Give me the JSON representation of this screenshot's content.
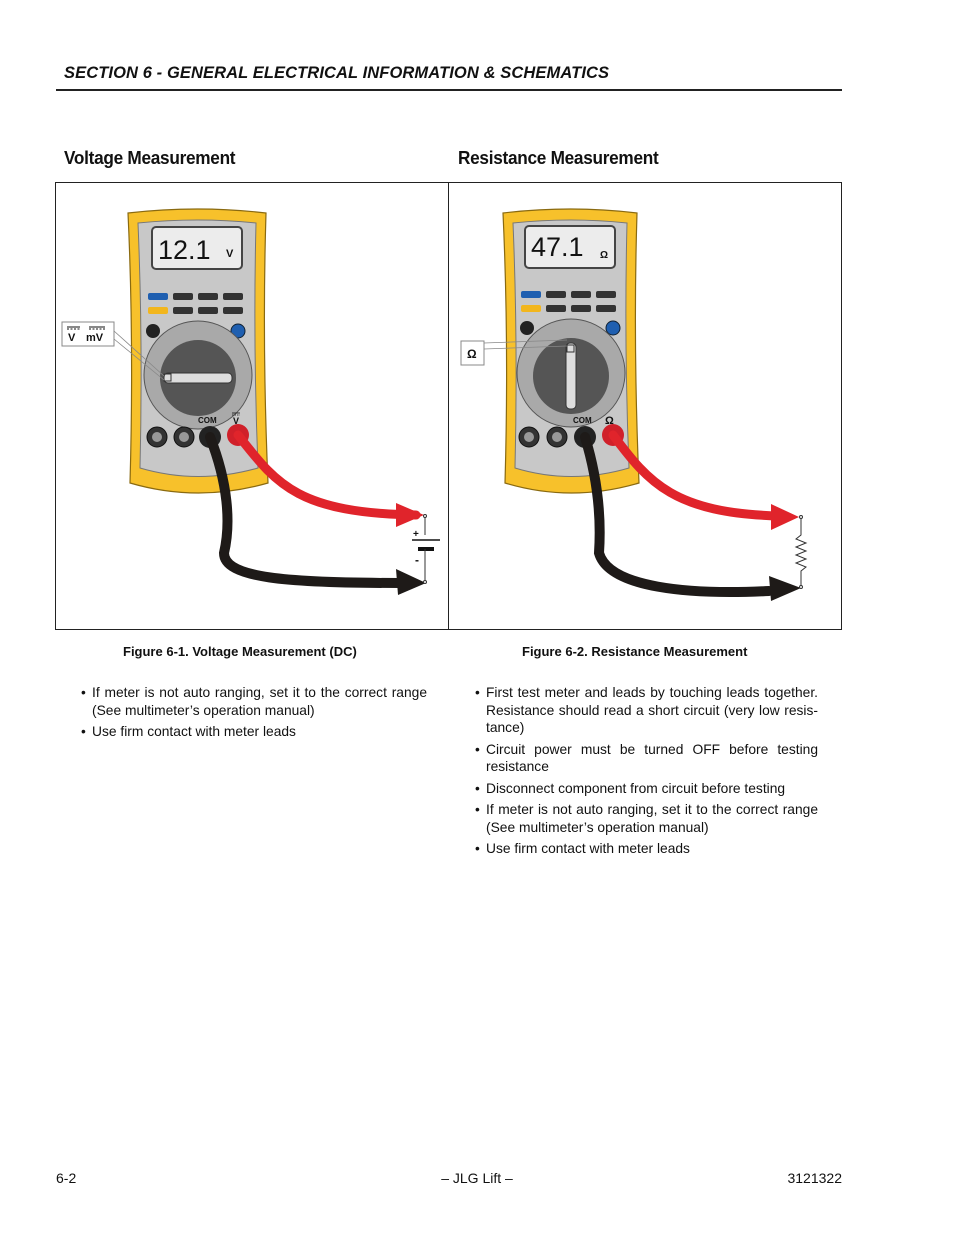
{
  "header": {
    "section_title": "SECTION 6 - GENERAL ELECTRICAL INFORMATION & SCHEMATICS"
  },
  "left": {
    "heading": "Voltage Measurement",
    "display": "12.1",
    "display_unit": "V",
    "callout_v": "V",
    "callout_mv": "mV",
    "jack_com": "COM",
    "jack_v": "V",
    "plus": "+",
    "minus": "-",
    "caption": "Figure 6-1.  Voltage Measurement (DC)",
    "bullets": [
      "If meter is not auto ranging, set it to the correct range (See multimeter’s operation manual)",
      "Use firm contact with meter leads"
    ]
  },
  "right": {
    "heading": "Resistance Measurement",
    "display": "47.1",
    "display_unit": "Ω",
    "callout": "Ω",
    "jack_com": "COM",
    "jack_ohm": "Ω",
    "caption": "Figure 6-2.  Resistance Measurement",
    "bullets": [
      "First test meter and leads by touching leads together. Resistance should read a short circuit (very low resis-tance)",
      "Circuit power must be turned OFF before testing resistance",
      "Disconnect component from circuit before testing",
      "If meter is not auto ranging, set it to the correct range (See multimeter’s operation manual)",
      "Use firm contact with meter leads"
    ]
  },
  "footer": {
    "page": "6-2",
    "center": "– JLG Lift –",
    "doc_number": "3121322"
  },
  "colors": {
    "meter_body": "#f7c12b",
    "meter_face": "#c8c8c8",
    "red_lead": "#e0242b",
    "black_lead": "#1e1a18",
    "blue_button": "#1f5fb0",
    "yellow_button": "#f2b61d"
  }
}
